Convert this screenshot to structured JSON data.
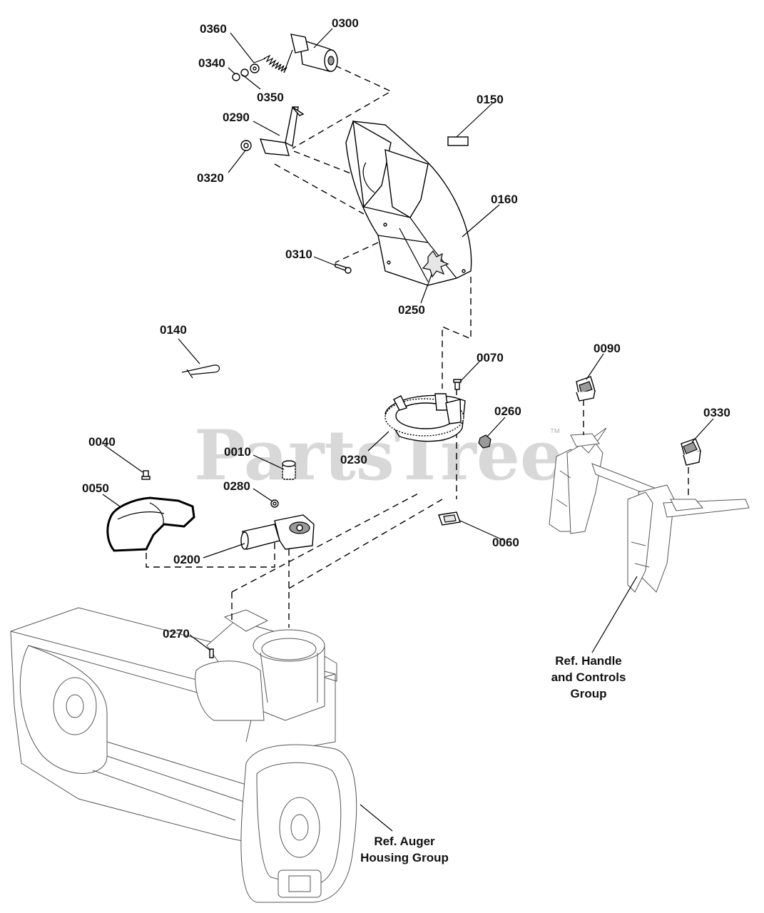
{
  "watermark": {
    "text": "PartsTree",
    "tm": "™"
  },
  "callouts": {
    "p0360": "0360",
    "p0300": "0300",
    "p0340": "0340",
    "p0350": "0350",
    "p0290": "0290",
    "p0320": "0320",
    "p0150": "0150",
    "p0160": "0160",
    "p0310": "0310",
    "p0250": "0250",
    "p0140": "0140",
    "p0070": "0070",
    "p0090": "0090",
    "p0260": "0260",
    "p0330": "0330",
    "p0230": "0230",
    "p0040": "0040",
    "p0010": "0010",
    "p0050": "0050",
    "p0280": "0280",
    "p0060": "0060",
    "p0200": "0200",
    "p0270": "0270"
  },
  "references": {
    "handle_line1": "Ref. Handle",
    "handle_line2": "and Controls",
    "handle_line3": "Group",
    "auger_line1": "Ref. Auger",
    "auger_line2": "Housing Group"
  }
}
